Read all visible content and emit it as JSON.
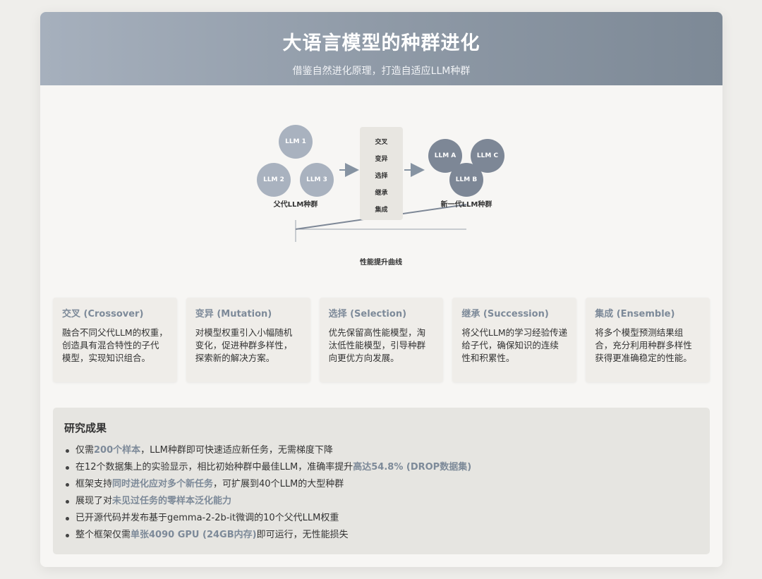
{
  "header": {
    "title": "大语言模型的种群进化",
    "subtitle": "借鉴自然进化原理，打造自适应LLM种群"
  },
  "diagram": {
    "parent_nodes": [
      "LLM 1",
      "LLM 2",
      "LLM 3"
    ],
    "parent_label": "父代LLM种群",
    "operations": [
      "交叉",
      "变异",
      "选择",
      "继承",
      "集成"
    ],
    "child_nodes": [
      "LLM A",
      "LLM B",
      "LLM C"
    ],
    "child_label": "新一代LLM种群",
    "curve_label": "性能提升曲线",
    "colors": {
      "parent": "#a9b2bf",
      "child": "#7d8796",
      "arrow": "#8693a2"
    }
  },
  "features": [
    {
      "title": "交叉 (Crossover)",
      "desc": "融合不同父代LLM的权重，创造具有混合特性的子代模型，实现知识组合。"
    },
    {
      "title": "变异 (Mutation)",
      "desc": "对模型权重引入小幅随机变化，促进种群多样性，探索新的解决方案。"
    },
    {
      "title": "选择 (Selection)",
      "desc": "优先保留高性能模型，淘汰低性能模型，引导种群向更优方向发展。"
    },
    {
      "title": "继承 (Succession)",
      "desc": "将父代LLM的学习经验传递给子代，确保知识的连续性和积累性。"
    },
    {
      "title": "集成 (Ensemble)",
      "desc": "将多个模型预测结果组合，充分利用种群多样性获得更准确稳定的性能。"
    }
  ],
  "results": {
    "title": "研究成果",
    "items": [
      {
        "pre": "仅需",
        "hl": "200个样本",
        "post": "，LLM种群即可快速适应新任务，无需梯度下降"
      },
      {
        "pre": "在12个数据集上的实验显示，相比初始种群中最佳LLM，准确率提升",
        "hl": "高达54.8% (DROP数据集)",
        "post": ""
      },
      {
        "pre": "框架支持",
        "hl": "同时进化应对多个新任务",
        "post": "，可扩展到40个LLM的大型种群"
      },
      {
        "pre": "展现了对",
        "hl": "未见过任务的零样本泛化能力",
        "post": ""
      },
      {
        "pre": "已开源代码并发布基于gemma-2-2b-it微调的10个父代LLM权重",
        "hl": "",
        "post": ""
      },
      {
        "pre": "整个框架仅需",
        "hl": "单张4090 GPU (24GB内存)",
        "post": "即可运行，无性能损失"
      }
    ],
    "accent_color": "#7d8a99"
  }
}
